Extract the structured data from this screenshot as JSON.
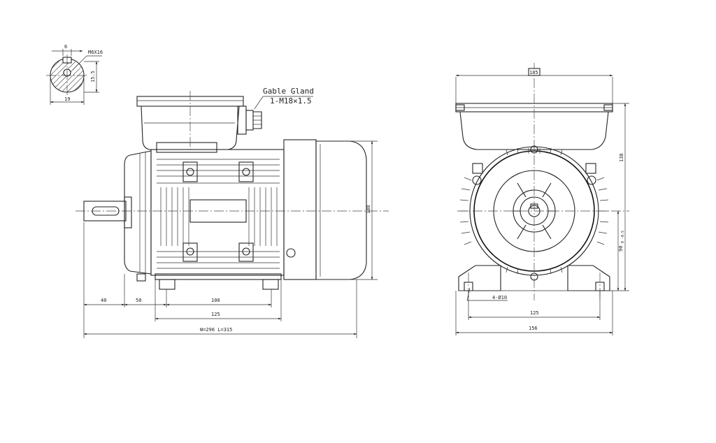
{
  "key_section": {
    "dim_top": "6",
    "dim_thread": "M6X16",
    "dim_height": "15.5",
    "dim_width": "19"
  },
  "cable_gland": {
    "line1": "Gable Gland",
    "line2": "1-M18×1.5"
  },
  "side_view": {
    "dim_shaft": "40",
    "dim_e": "50",
    "dim_slot": "100",
    "dim_base": "125",
    "dim_total": "W=296  L=315",
    "dim_height": "188"
  },
  "front_view": {
    "dim_top": "185",
    "dim_overall_h": "138",
    "dim_shaft_h": "90",
    "dim_tol": "0\n-0.5",
    "dim_holes": "4-Ø10",
    "dim_base": "125",
    "dim_width": "156"
  }
}
